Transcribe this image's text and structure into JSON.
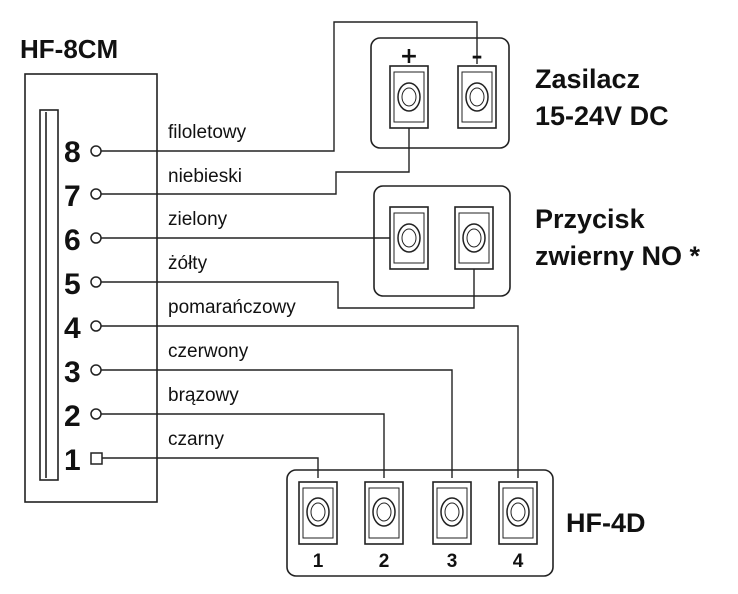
{
  "device_main": {
    "title": "HF-8CM"
  },
  "pins": [
    "8",
    "7",
    "6",
    "5",
    "4",
    "3",
    "2",
    "1"
  ],
  "wires": [
    "filoletowy",
    "niebieski",
    "zielony",
    "żółty",
    "pomarańczowy",
    "czerwony",
    "brązowy",
    "czarny"
  ],
  "power": {
    "label_line1": "Zasilacz",
    "label_line2": "15-24V DC",
    "plus": "+",
    "minus": "–"
  },
  "button": {
    "label_line1": "Przycisk",
    "label_line2": "zwierny NO *"
  },
  "device_4d": {
    "title": "HF-4D",
    "terminals": [
      "1",
      "2",
      "3",
      "4"
    ]
  }
}
